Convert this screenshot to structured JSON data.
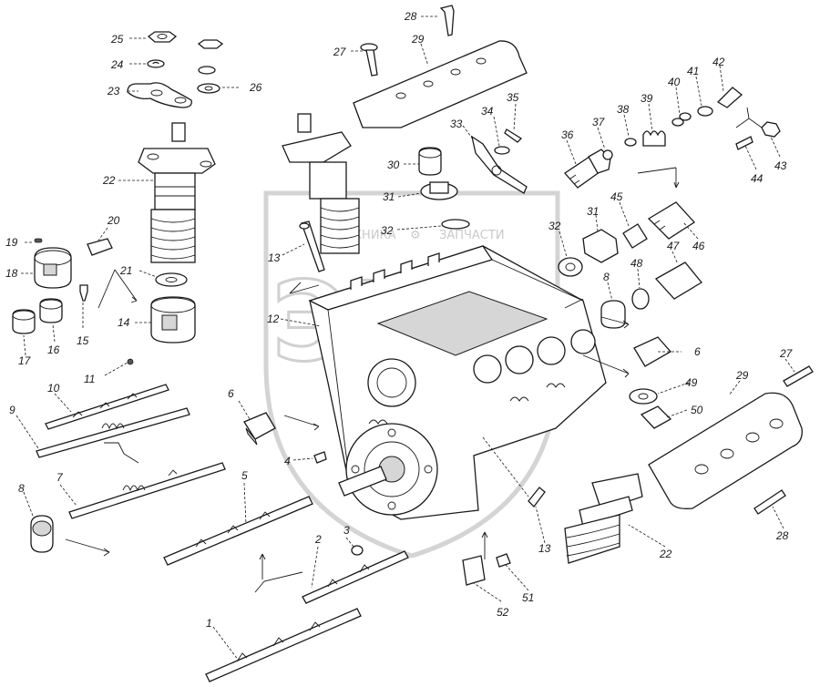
{
  "watermark": {
    "logo_text": "ЭПФ",
    "caption_left": "ТЕХНИКА",
    "caption_right": "ЗАПЧАСТИ"
  },
  "callouts": [
    {
      "id": "c1",
      "text": "1"
    },
    {
      "id": "c2",
      "text": "2"
    },
    {
      "id": "c3",
      "text": "3"
    },
    {
      "id": "c4",
      "text": "4"
    },
    {
      "id": "c5",
      "text": "5"
    },
    {
      "id": "c6a",
      "text": "6"
    },
    {
      "id": "c6b",
      "text": "6"
    },
    {
      "id": "c7",
      "text": "7"
    },
    {
      "id": "c8a",
      "text": "8"
    },
    {
      "id": "c8b",
      "text": "8"
    },
    {
      "id": "c9",
      "text": "9"
    },
    {
      "id": "c10",
      "text": "10"
    },
    {
      "id": "c11",
      "text": "11"
    },
    {
      "id": "c12",
      "text": "12"
    },
    {
      "id": "c13a",
      "text": "13"
    },
    {
      "id": "c13b",
      "text": "13"
    },
    {
      "id": "c14",
      "text": "14"
    },
    {
      "id": "c15",
      "text": "15"
    },
    {
      "id": "c16",
      "text": "16"
    },
    {
      "id": "c17",
      "text": "17"
    },
    {
      "id": "c18",
      "text": "18"
    },
    {
      "id": "c19",
      "text": "19"
    },
    {
      "id": "c20",
      "text": "20"
    },
    {
      "id": "c21",
      "text": "21"
    },
    {
      "id": "c22a",
      "text": "22"
    },
    {
      "id": "c22b",
      "text": "22"
    },
    {
      "id": "c23",
      "text": "23"
    },
    {
      "id": "c24",
      "text": "24"
    },
    {
      "id": "c25",
      "text": "25"
    },
    {
      "id": "c26",
      "text": "26"
    },
    {
      "id": "c27a",
      "text": "27"
    },
    {
      "id": "c27b",
      "text": "27"
    },
    {
      "id": "c28a",
      "text": "28"
    },
    {
      "id": "c28b",
      "text": "28"
    },
    {
      "id": "c29a",
      "text": "29"
    },
    {
      "id": "c29b",
      "text": "29"
    },
    {
      "id": "c30",
      "text": "30"
    },
    {
      "id": "c31a",
      "text": "31"
    },
    {
      "id": "c31b",
      "text": "31"
    },
    {
      "id": "c32a",
      "text": "32"
    },
    {
      "id": "c32b",
      "text": "32"
    },
    {
      "id": "c33",
      "text": "33"
    },
    {
      "id": "c34",
      "text": "34"
    },
    {
      "id": "c35",
      "text": "35"
    },
    {
      "id": "c36",
      "text": "36"
    },
    {
      "id": "c37",
      "text": "37"
    },
    {
      "id": "c38",
      "text": "38"
    },
    {
      "id": "c39",
      "text": "39"
    },
    {
      "id": "c40",
      "text": "40"
    },
    {
      "id": "c41",
      "text": "41"
    },
    {
      "id": "c42",
      "text": "42"
    },
    {
      "id": "c43",
      "text": "43"
    },
    {
      "id": "c44",
      "text": "44"
    },
    {
      "id": "c45",
      "text": "45"
    },
    {
      "id": "c46",
      "text": "46"
    },
    {
      "id": "c47",
      "text": "47"
    },
    {
      "id": "c48",
      "text": "48"
    },
    {
      "id": "c49",
      "text": "49"
    },
    {
      "id": "c50",
      "text": "50"
    },
    {
      "id": "c51",
      "text": "51"
    },
    {
      "id": "c52",
      "text": "52"
    }
  ]
}
